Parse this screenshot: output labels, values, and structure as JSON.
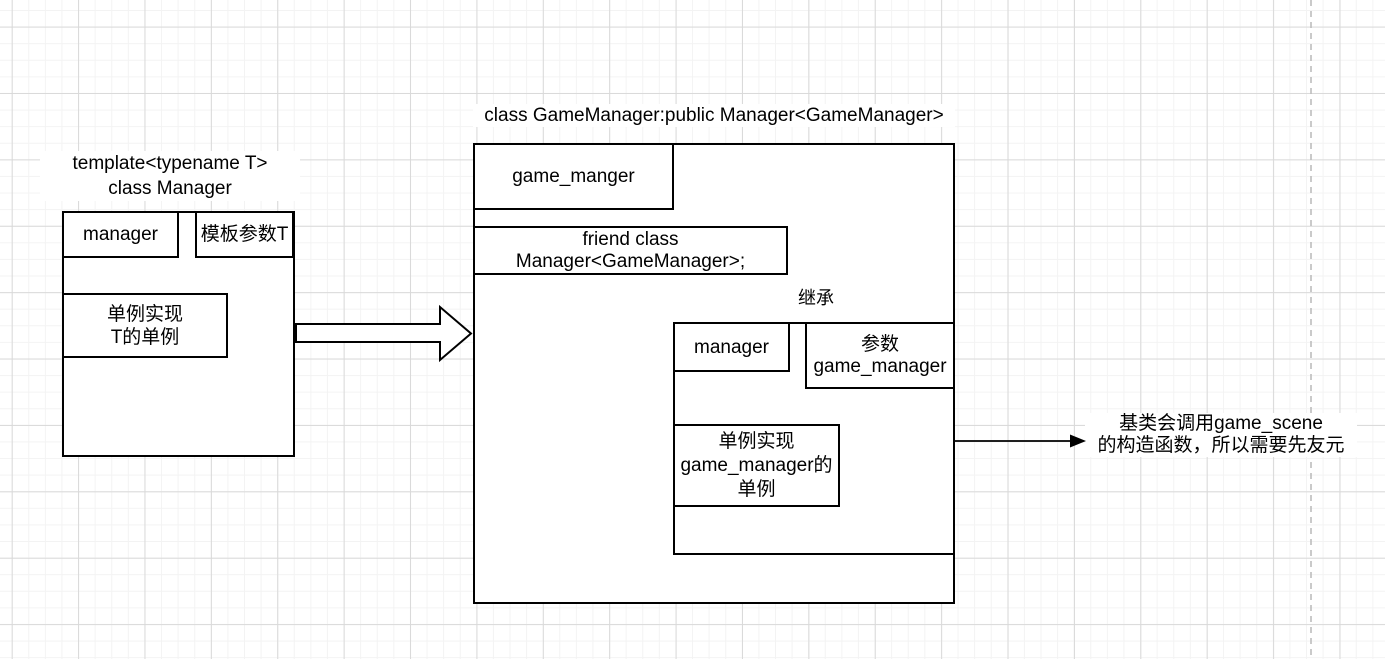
{
  "colors": {
    "stroke": "#000000",
    "shape_fill": "#ffffff",
    "grid_minor": "#f3f3f3",
    "grid_major": "#d9d9d9",
    "page_guide_dashed": "#bdbdbd"
  },
  "left_class": {
    "title_line1": "template<typename T>",
    "title_line2": "class Manager",
    "member_label": "manager",
    "template_param_label": "模板参数T",
    "singleton_line1": "单例实现",
    "singleton_line2": "T的单例"
  },
  "game_class": {
    "title": "class GameManager:public Manager<GameManager>",
    "member_label": "game_manger",
    "friend_line1": "friend class",
    "friend_line2": "Manager<GameManager>;",
    "inherit_label": "继承",
    "base_part": {
      "member_label": "manager",
      "param_line1": "参数",
      "param_line2": "game_manager",
      "singleton_line1": "单例实现",
      "singleton_line2": "game_manager的",
      "singleton_line3": "单例"
    }
  },
  "note": {
    "line1": "基类会调用game_scene",
    "line2": "的构造函数，所以需要先友元"
  }
}
